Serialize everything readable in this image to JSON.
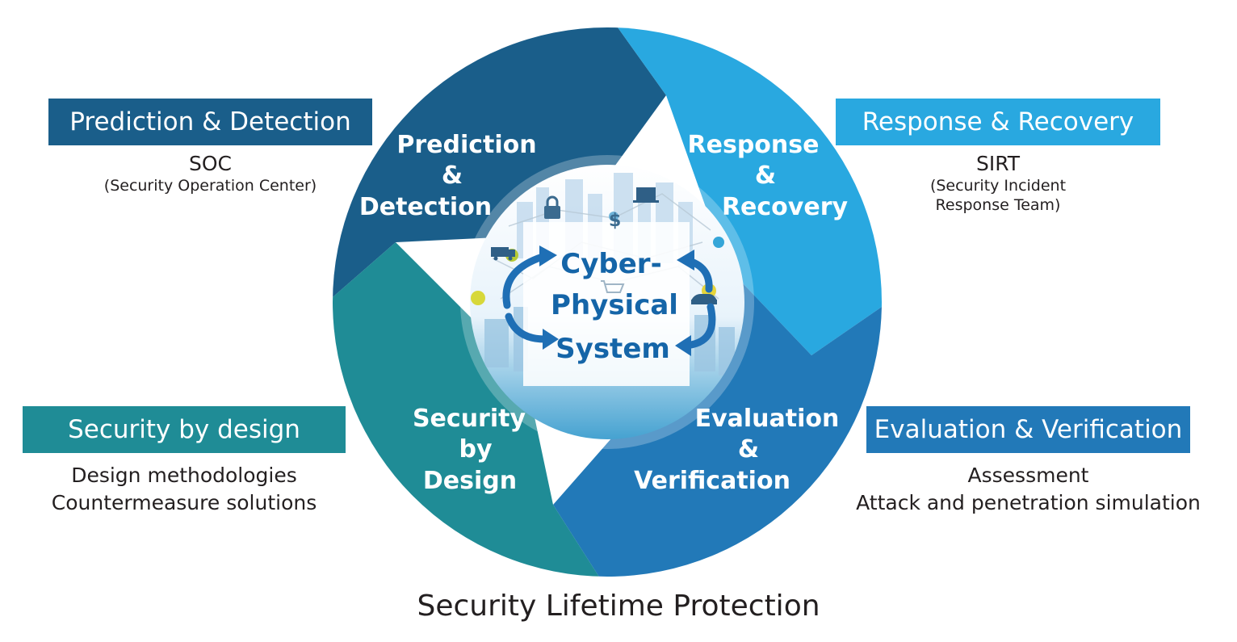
{
  "colors": {
    "prediction": "#1a5e8a",
    "response": "#29a8e0",
    "evaluation": "#2279b8",
    "design": "#1f8c96",
    "center_text": "#1565a8"
  },
  "segments": {
    "prediction": [
      "Prediction",
      "&",
      "Detection"
    ],
    "response": [
      "Response",
      "&",
      "Recovery"
    ],
    "evaluation": [
      "Evaluation",
      "&",
      "Verification"
    ],
    "design": [
      "Security",
      "by",
      "Design"
    ]
  },
  "center": {
    "lines": [
      "Cyber-",
      "Physical",
      "System"
    ]
  },
  "boxes": {
    "prediction": {
      "title": "Prediction & Detection",
      "main": "SOC",
      "sub": "(Security Operation Center)"
    },
    "response": {
      "title": "Response & Recovery",
      "main": "SIRT",
      "sub1": "(Security Incident",
      "sub2": "Response Team)"
    },
    "design": {
      "title": "Security by design",
      "line1": "Design methodologies",
      "line2": "Countermeasure solutions"
    },
    "evaluation": {
      "title": "Evaluation & Verification",
      "line1": "Assessment",
      "line2": "Attack and penetration simulation"
    }
  },
  "footer": "Security Lifetime Protection",
  "icons": [
    "lock-icon",
    "dollar-icon",
    "truck-icon",
    "car-icon",
    "cart-icon",
    "laptop-icon"
  ]
}
